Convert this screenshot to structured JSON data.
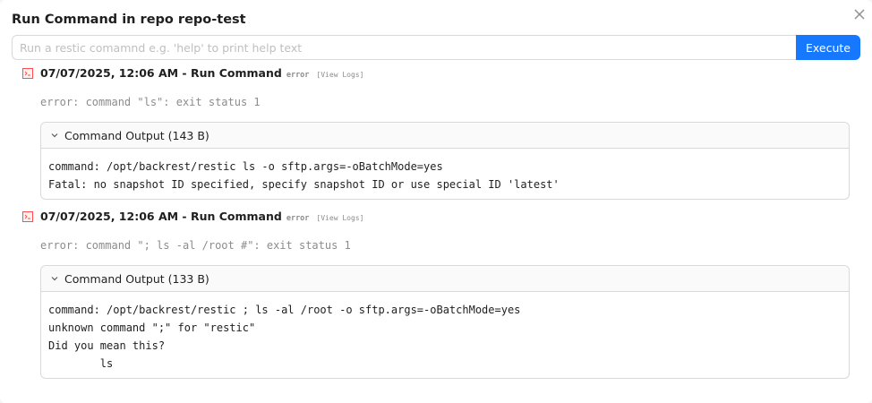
{
  "modal": {
    "title": "Run Command in repo repo-test",
    "close_icon": "close-icon"
  },
  "command": {
    "placeholder": "Run a restic comamnd e.g. 'help' to print help text",
    "value": "",
    "execute_label": "Execute"
  },
  "colors": {
    "accent": "#1677ff",
    "error": "#ff4d4f",
    "muted": "#8c8c8c"
  },
  "entries": [
    {
      "title": "07/07/2025, 12:06 AM - Run Command",
      "status": "error",
      "view_logs": "[View Logs]",
      "error": "error: command \"ls\": exit status 1",
      "output_label": "Command Output (143 B)",
      "output": "command: /opt/backrest/restic ls -o sftp.args=-oBatchMode=yes\nFatal: no snapshot ID specified, specify snapshot ID or use special ID 'latest'"
    },
    {
      "title": "07/07/2025, 12:06 AM - Run Command",
      "status": "error",
      "view_logs": "[View Logs]",
      "error": "error: command \"; ls -al /root #\": exit status 1",
      "output_label": "Command Output (133 B)",
      "output": "command: /opt/backrest/restic ; ls -al /root -o sftp.args=-oBatchMode=yes\nunknown command \";\" for \"restic\"\nDid you mean this?\n        ls"
    }
  ]
}
